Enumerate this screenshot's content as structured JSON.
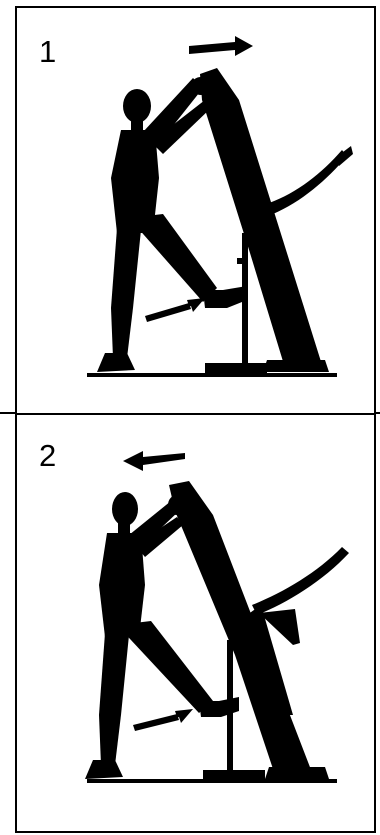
{
  "steps": [
    {
      "number": "1",
      "arrow_direction": "right",
      "icon": "treadmill-lift-illustration"
    },
    {
      "number": "2",
      "arrow_direction": "left",
      "icon": "treadmill-lower-illustration"
    }
  ],
  "colors": {
    "ink": "#000000",
    "paper": "#ffffff"
  }
}
